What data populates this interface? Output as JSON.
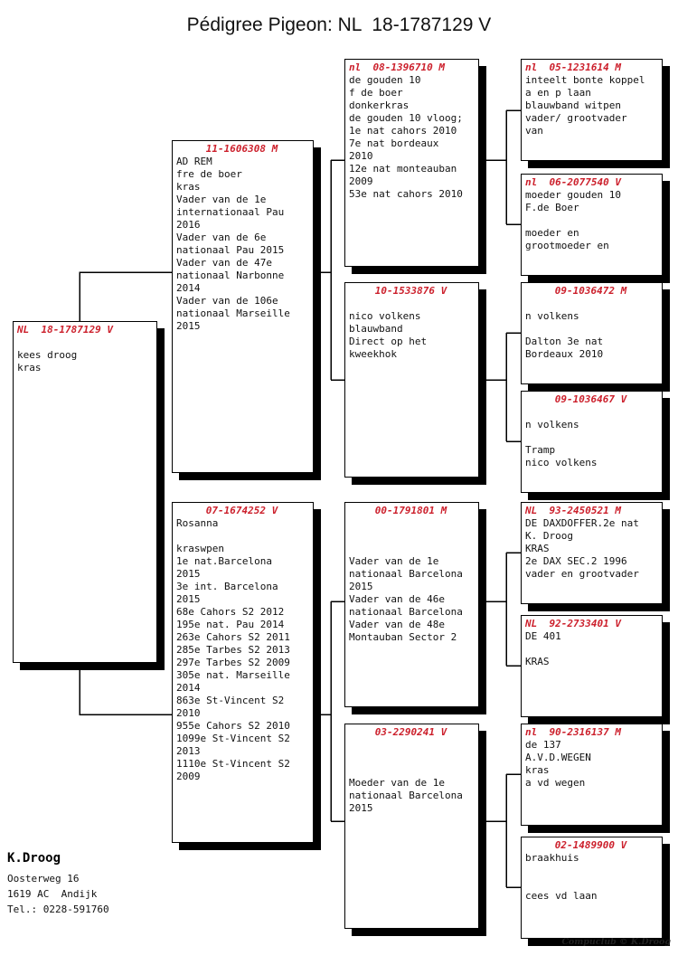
{
  "title": "Pédigree Pigeon: NL  18-1787129 V",
  "boxes": {
    "subject": {
      "ring": "NL  18-1787129 V",
      "notes": "\nkees droog\nkras"
    },
    "father": {
      "ring": "11-1606308 M",
      "notes": "AD REM\nfre de boer\nkras\nVader van de 1e\ninternationaal Pau\n2016\nVader van de 6e\nnationaal Pau 2015\nVader van de 47e\nnationaal Narbonne\n2014\nVader van de 106e\nnationaal Marseille\n2015"
    },
    "mother": {
      "ring": "07-1674252 V",
      "notes": "Rosanna\n\nkraswpen\n1e nat.Barcelona\n2015\n3e int. Barcelona\n2015\n68e Cahors S2 2012\n195e nat. Pau 2014\n263e Cahors S2 2011\n285e Tarbes S2 2013\n297e Tarbes S2 2009\n305e nat. Marseille\n2014\n863e St-Vincent S2\n2010\n955e Cahors S2 2010\n1099e St-Vincent S2\n2013\n1110e St-Vincent S2\n2009"
    },
    "pgf": {
      "ring": "nl  08-1396710 M",
      "notes": "de gouden 10\nf de boer\ndonkerkras\nde gouden 10 vloog;\n1e nat cahors 2010\n7e nat bordeaux\n2010\n12e nat monteauban\n2009\n53e nat cahors 2010"
    },
    "pgm": {
      "ring": "10-1533876 V",
      "notes": "\nnico volkens\nblauwband\nDirect op het\nkweekhok"
    },
    "mgf": {
      "ring": "00-1791801 M",
      "notes": "\n\n\nVader van de 1e\nnationaal Barcelona\n2015\nVader van de 46e\nnationaal Barcelona\nVader van de 48e\nMontauban Sector 2"
    },
    "mgm": {
      "ring": "03-2290241 V",
      "notes": "\n\n\nMoeder van de 1e\nnationaal Barcelona\n2015"
    },
    "ggf1": {
      "ring": "nl  05-1231614 M",
      "notes": "inteelt bonte koppel\na en p laan\nblauwband witpen\nvader/ grootvader\nvan"
    },
    "ggm1": {
      "ring": "nl  06-2077540 V",
      "notes": "moeder gouden 10\nF.de Boer\n\nmoeder en\ngrootmoeder en"
    },
    "ggf2": {
      "ring": "09-1036472 M",
      "notes": "\nn volkens\n\nDalton 3e nat\nBordeaux 2010"
    },
    "ggm2": {
      "ring": "09-1036467 V",
      "notes": "\nn volkens\n\nTramp\nnico volkens"
    },
    "ggf3": {
      "ring": "NL  93-2450521 M",
      "notes": "DE DAXDOFFER.2e nat\nK. Droog\nKRAS\n2e DAX SEC.2 1996\nvader en grootvader"
    },
    "ggm3": {
      "ring": "NL  92-2733401 V",
      "notes": "DE 401\n\nKRAS"
    },
    "ggf4": {
      "ring": "nl  90-2316137 M",
      "notes": "de 137\nA.V.D.WEGEN\nkras\na vd wegen"
    },
    "ggm4": {
      "ring": "02-1489900 V",
      "notes": "braakhuis\n\n\ncees vd laan"
    }
  },
  "footer": {
    "owner": "K.Droog",
    "address_line1": "Oosterweg 16",
    "address_line2": "1619 AC  Andijk",
    "phone": "Tel.: 0228-591760",
    "credit": "Compuclub © K.Droog"
  },
  "colors": {
    "ring_red": "#cc202c",
    "line_black": "#000000"
  }
}
